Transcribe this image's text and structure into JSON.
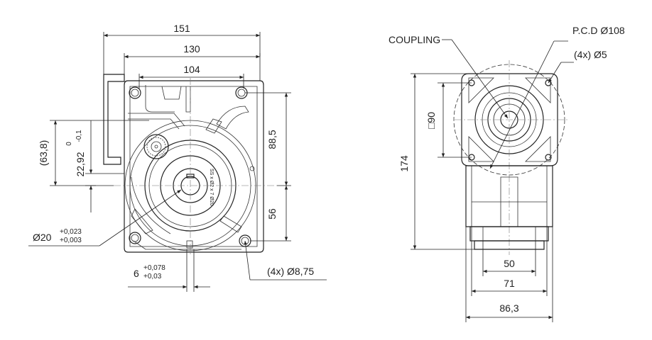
{
  "front_view": {
    "dim_151": "151",
    "dim_130": "130",
    "dim_104": "104",
    "dim_88_5": "88,5",
    "dim_56": "56",
    "dim_63_8": "(63,8)",
    "dim_22_92": "22,92",
    "tol_22_92_upper": "0",
    "tol_22_92_lower": "-0,1",
    "dim_dia20": "Ø20",
    "tol_dia20_upper": "+0,023",
    "tol_dia20_lower": "+0,003",
    "dim_6": "6",
    "tol_6_upper": "+0,078",
    "tol_6_lower": "+0,03",
    "holes_label": "(4x) Ø8,75",
    "hub_marking": "SS x Ø2 x 7 Ø20"
  },
  "side_view": {
    "coupling_label": "COUPLING",
    "pcd_label": "P.C.D Ø108",
    "small_holes_label": "(4x) Ø5",
    "square_label": "□90",
    "dim_174": "174",
    "dim_50": "50",
    "dim_71": "71",
    "dim_86_3": "86,3"
  }
}
